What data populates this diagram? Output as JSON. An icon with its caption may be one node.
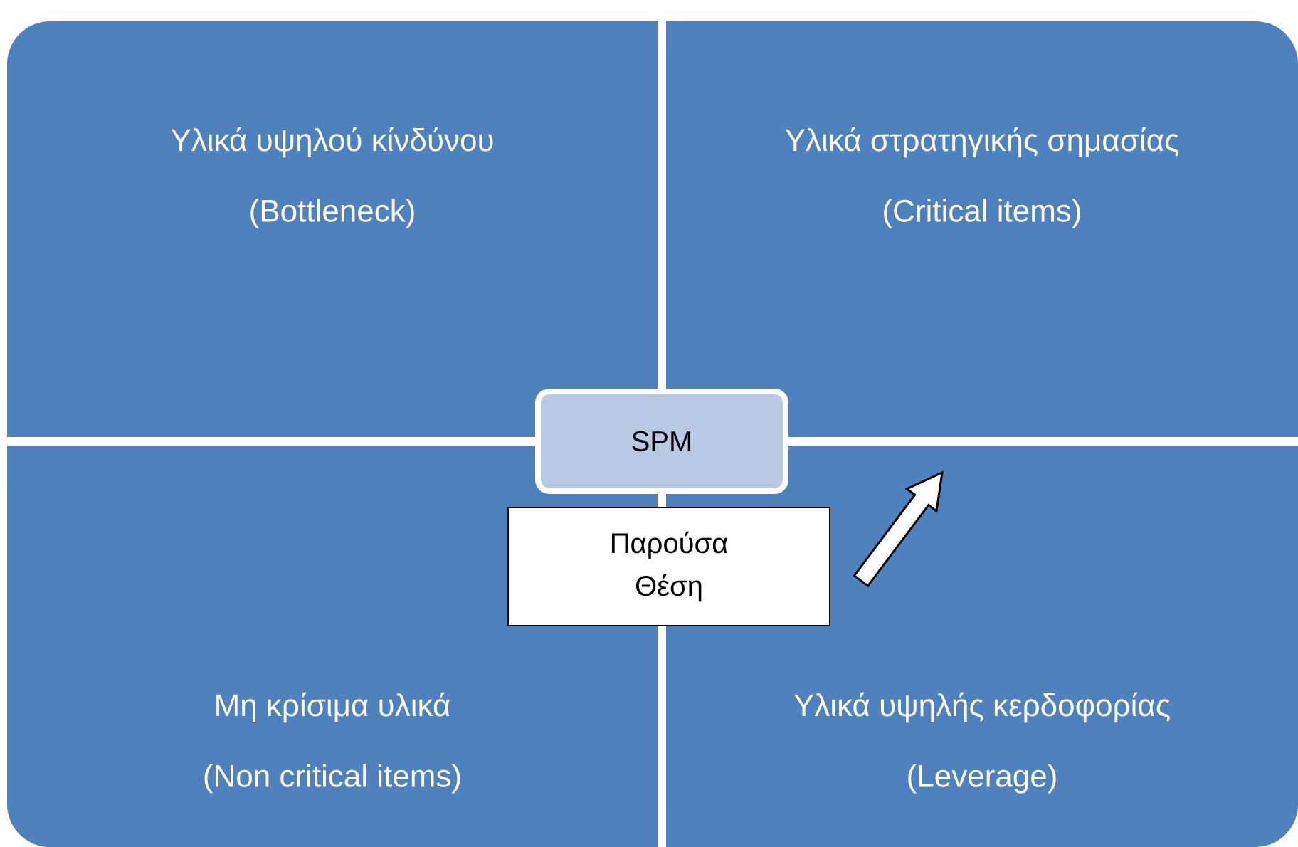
{
  "diagram": {
    "nodes": [
      {
        "text": [
          "Υλικά υψηλού κίνδύνου",
          "(Bottleneck)"
        ]
      },
      {
        "text": [
          "Υλικά στρατηγικής σημασίας",
          "(Critical items)"
        ]
      },
      {
        "text": [
          "SPM"
        ]
      },
      {
        "text": [
          "Παρούσα Θέση"
        ]
      },
      {
        "text": [
          "Μη κρίσιμα υλικά",
          "(Non critical items)"
        ]
      },
      {
        "text": [
          "Υλικά υψηλής κερδοφορίας",
          "(Leverage)"
        ]
      }
    ]
  }
}
